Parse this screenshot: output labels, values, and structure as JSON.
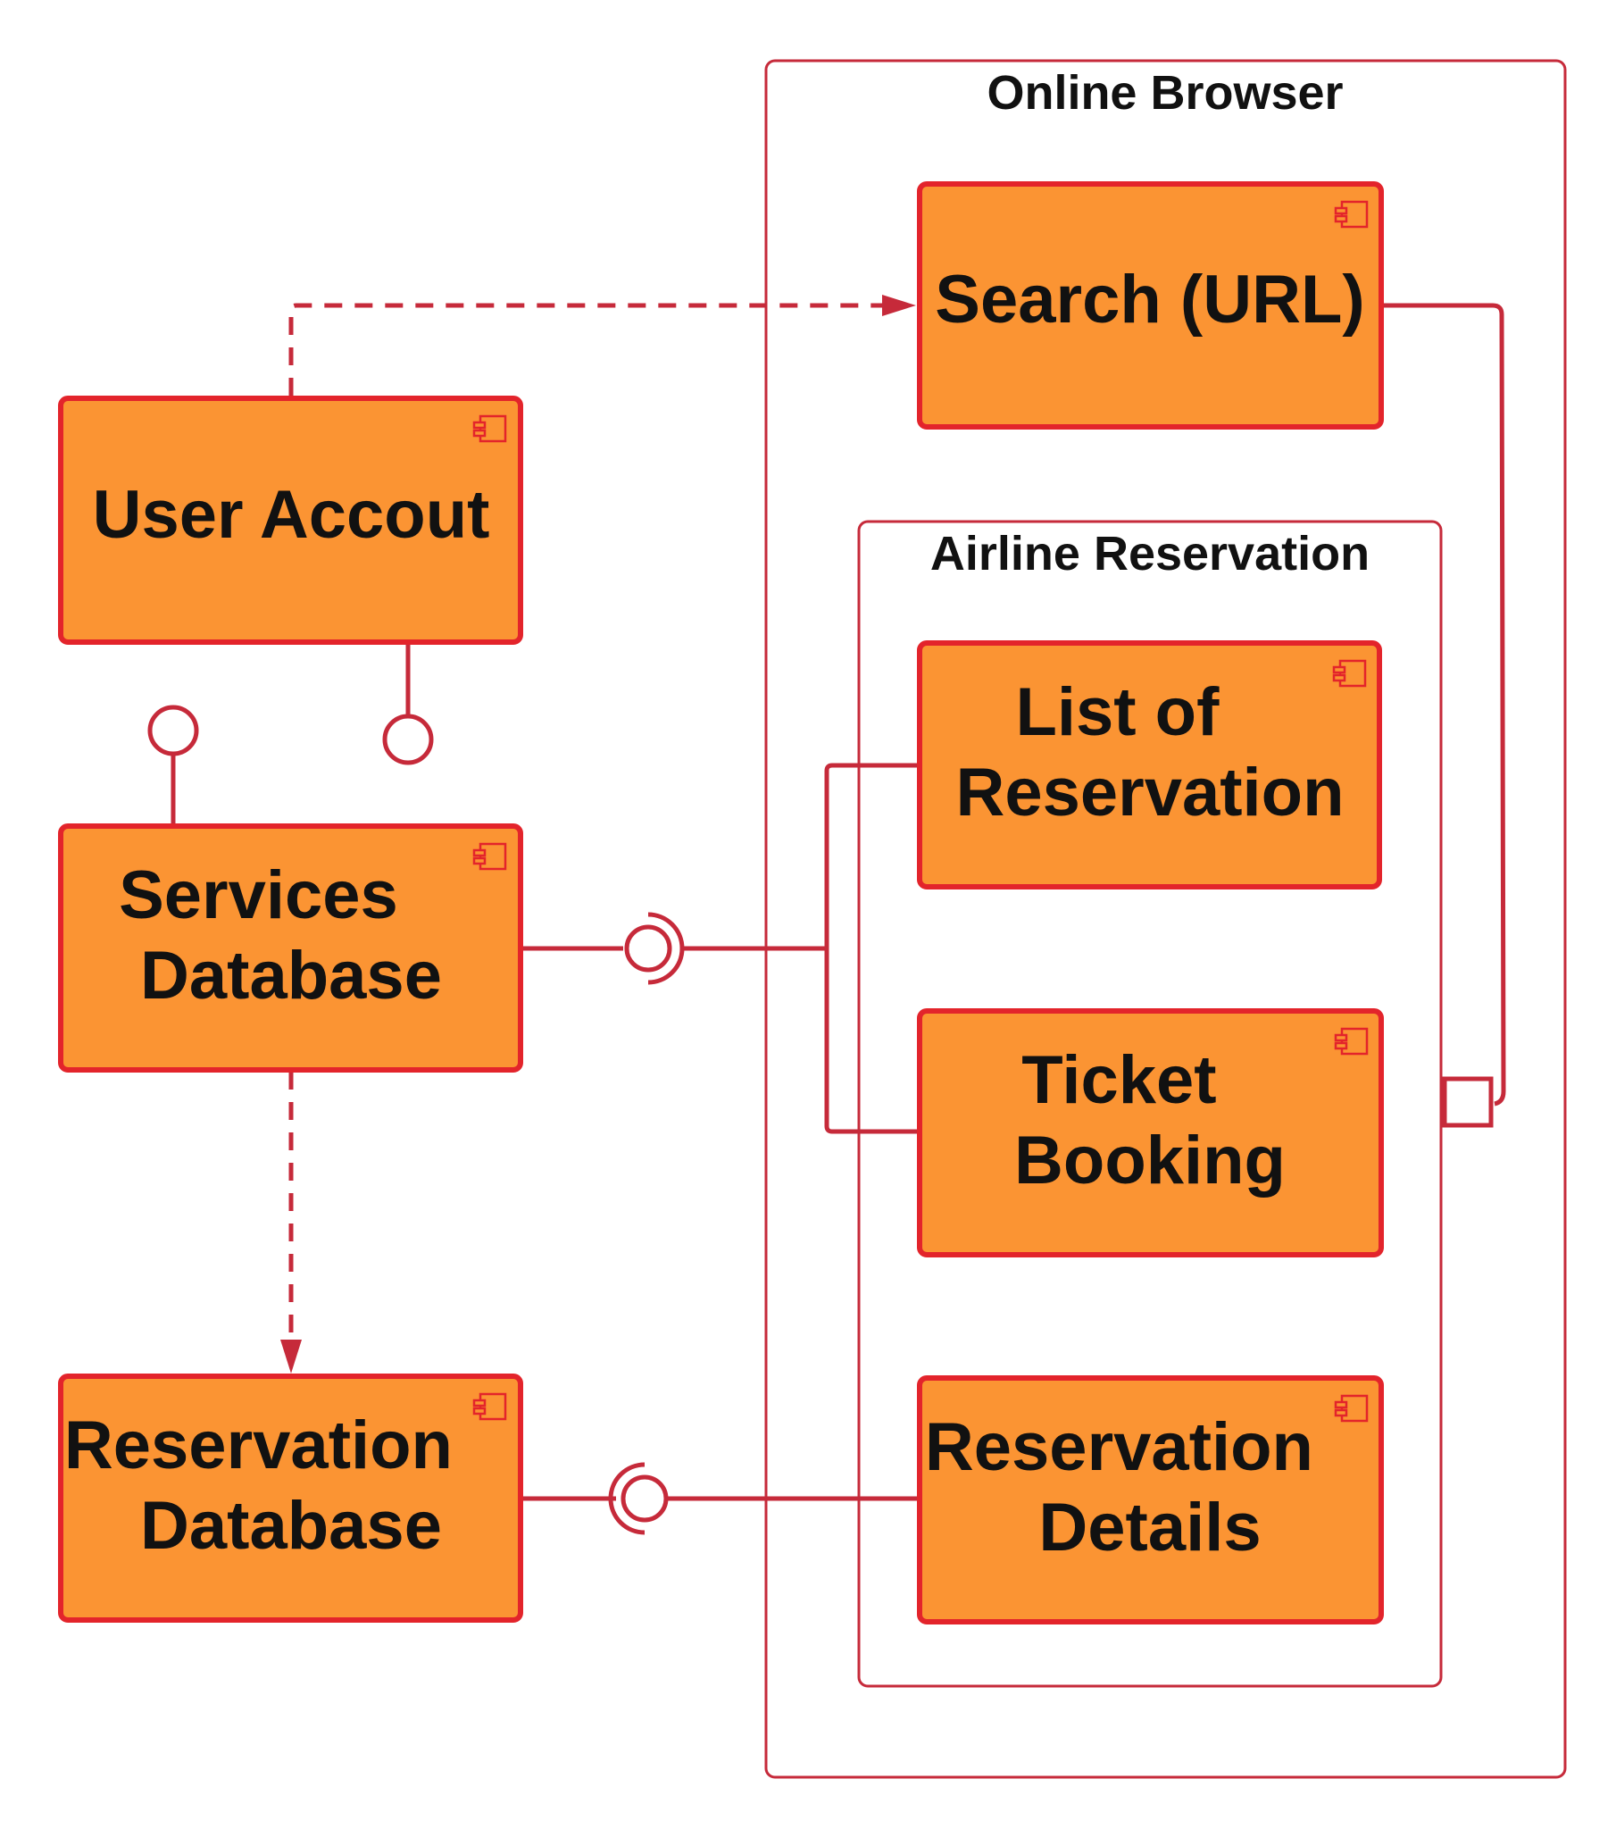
{
  "frames": {
    "online_browser": {
      "title": "Online Browser"
    },
    "airline_reservation": {
      "title": "Airline Reservation"
    }
  },
  "components": {
    "search_url": {
      "label": [
        "Search (URL)"
      ]
    },
    "user_account": {
      "label": [
        "User Accout"
      ]
    },
    "services_database": {
      "label": [
        "Services",
        "Database"
      ]
    },
    "reservation_database": {
      "label": [
        "Reservation",
        "Database"
      ]
    },
    "list_of_reservation": {
      "label": [
        "List of",
        "Reservation"
      ]
    },
    "ticket_booking": {
      "label": [
        "Ticket",
        "Booking"
      ]
    },
    "reservation_details": {
      "label": [
        "Reservation",
        "Details"
      ]
    }
  },
  "icons": {
    "component": "uml-component-icon"
  },
  "colors": {
    "component_fill": "#fb9433",
    "component_border": "#e3242b",
    "connector": "#c62a3a",
    "frame_border": "#c62a3a",
    "text": "#111111",
    "background": "#ffffff"
  }
}
